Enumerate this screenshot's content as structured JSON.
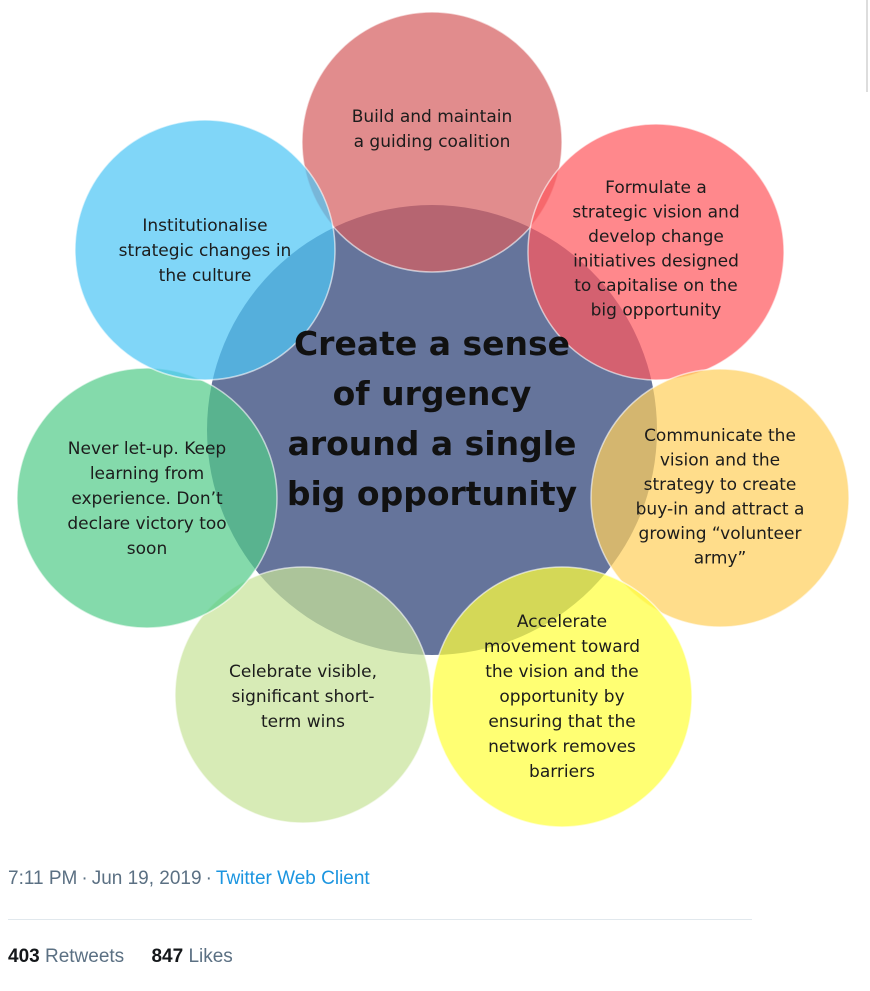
{
  "diagram": {
    "center": {
      "lines": [
        "Create a sense",
        "of urgency",
        "around a single",
        "big opportunity"
      ],
      "color": "#4a5c8a"
    },
    "petals": [
      {
        "id": "build-coalition",
        "lines": [
          "Build and maintain",
          "a guiding coalition"
        ],
        "color": "#d55f61"
      },
      {
        "id": "formulate-vision",
        "lines": [
          "Formulate  a",
          "strategic vision and",
          "develop change",
          "initiatives designed",
          "to capitalise on the",
          "big opportunity"
        ],
        "color": "#ff5a5f"
      },
      {
        "id": "communicate-vision",
        "lines": [
          "Communicate the",
          "vision and the",
          "strategy to create",
          "buy-in  and attract a",
          "growing “volunteer",
          "army”"
        ],
        "color": "#ffd05e"
      },
      {
        "id": "accelerate-movement",
        "lines": [
          "Accelerate",
          "movement  toward",
          "the vision and the",
          "opportunity  by",
          "ensuring that the",
          "network  removes",
          "barriers"
        ],
        "color": "#ffff3d"
      },
      {
        "id": "celebrate-wins",
        "lines": [
          "Celebrate visible,",
          "significant short-",
          "term  wins"
        ],
        "color": "#c7e39a"
      },
      {
        "id": "never-let-up",
        "lines": [
          "Never let-up.  Keep",
          "learning from",
          "experience.  Don’t",
          "declare victory too",
          "soon"
        ],
        "color": "#55cc8a"
      },
      {
        "id": "institutionalise",
        "lines": [
          "Institutionalise",
          "strategic changes in",
          "the culture"
        ],
        "color": "#4fc6f5"
      }
    ]
  },
  "tweet": {
    "time": "7:11 PM",
    "date": "Jun 19, 2019",
    "separator": "·",
    "client": "Twitter Web Client",
    "retweets_count": "403",
    "retweets_label": "Retweets",
    "likes_count": "847",
    "likes_label": "Likes",
    "link_color": "#1b95e0"
  }
}
